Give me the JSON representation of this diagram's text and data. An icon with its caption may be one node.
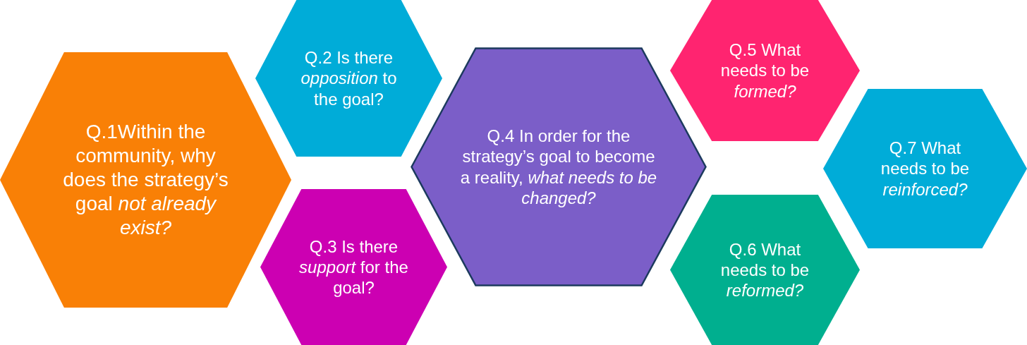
{
  "diagram": {
    "nodes": [
      {
        "text": [
          "Q.1Within the community, why does the strategy’s goal *not already exist?*"
        ]
      },
      {
        "text": [
          "Q.2 Is there *opposition* to the goal?"
        ]
      },
      {
        "text": [
          "Q.3 Is there *support* for the goal?"
        ]
      },
      {
        "text": [
          "Q.4 In order for the strategy’s goal to become a reality, *what needs to be changed?*"
        ]
      },
      {
        "text": [
          "Q.5 What needs to be *formed?*"
        ]
      },
      {
        "text": [
          "Q.6 What needs to be *reformed?*"
        ]
      },
      {
        "text": [
          "Q.7 What needs to be *reinforced?*"
        ]
      }
    ]
  }
}
